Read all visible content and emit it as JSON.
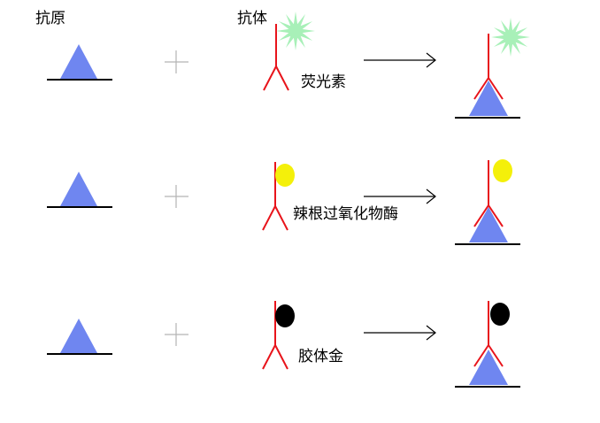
{
  "headers": {
    "antigen": "抗原",
    "antibody": "抗体"
  },
  "rows": [
    {
      "label": "荧光素",
      "marker": "star"
    },
    {
      "label": "辣根过氧化物酶",
      "marker": "yellow-circle"
    },
    {
      "label": "胶体金",
      "marker": "black-circle"
    }
  ],
  "colors": {
    "antigen_fill": "#6f86f0",
    "antibody_stroke": "#e8141b",
    "star_fill": "#a8f0b8",
    "hrp_fill": "#f4f00a",
    "gold_fill": "#000000",
    "line": "#000000",
    "plus": "#b4b4b4",
    "arrow": "#000000"
  }
}
